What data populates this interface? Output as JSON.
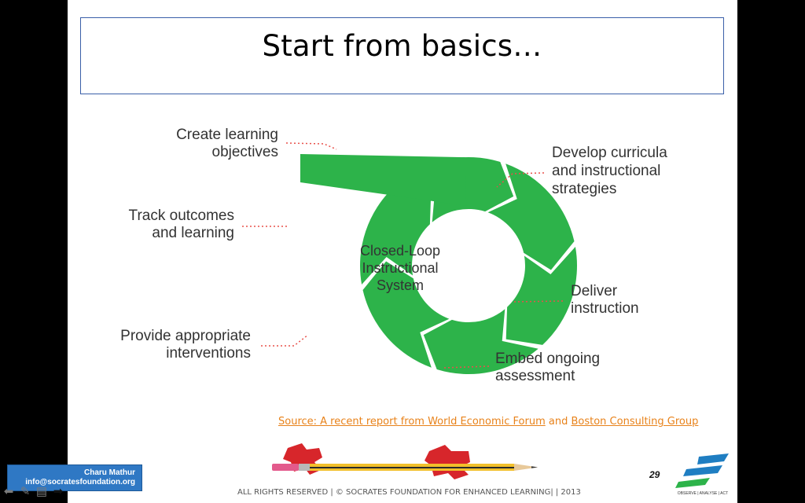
{
  "slide": {
    "title": "Start from basics…",
    "diagram": {
      "center_lines": [
        "Closed-Loop",
        "Instructional",
        "System"
      ],
      "steps": [
        {
          "lines": [
            "Create learning",
            "objectives"
          ]
        },
        {
          "lines": [
            "Develop curricula",
            "and instructional",
            "strategies"
          ]
        },
        {
          "lines": [
            "Deliver",
            "instruction"
          ]
        },
        {
          "lines": [
            "Embed ongoing",
            "assessment"
          ]
        },
        {
          "lines": [
            "Provide appropriate",
            "interventions"
          ]
        },
        {
          "lines": [
            "Track outcomes",
            "and learning"
          ]
        }
      ],
      "ring_color": "#2db34a",
      "leader_color": "#e8504a"
    },
    "source": {
      "prefix": "Source: A recent report from World Economic Forum",
      "joiner": " and ",
      "link2": "Boston Consulting Group"
    },
    "footer": "ALL RIGHTS RESERVED  |   © SOCRATES FOUNDATION FOR ENHANCED LEARNING|  | 2013",
    "page_number": "29",
    "contact": {
      "name": "Charu Mathur",
      "email": "info@socratesfoundation.org"
    },
    "logo": {
      "tagline": "OBSERVE | ANALYSE | ACT",
      "color": "#1f7ec2",
      "accent": "#2db34a"
    }
  }
}
